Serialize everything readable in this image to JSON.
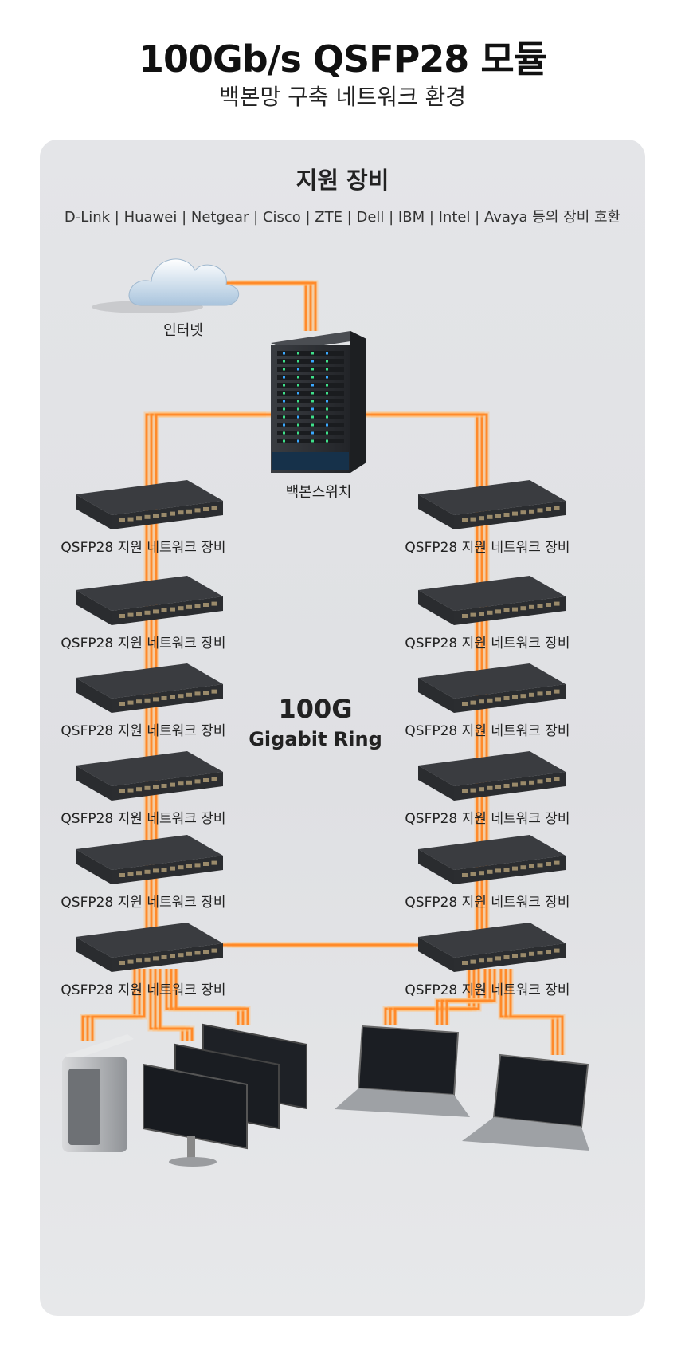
{
  "header": {
    "title": "100Gb/s QSFP28 모듈",
    "subtitle": "백본망 구축 네트워크 환경"
  },
  "panel": {
    "title": "지원 장비",
    "vendors": "D-Link | Huawei | Netgear | Cisco | ZTE | Dell | IBM | Intel | Avaya 등의 장비 호환"
  },
  "diagram": {
    "internet_label": "인터넷",
    "backbone_label": "백본스위치",
    "ring_speed": "100G",
    "ring_name": "Gigabit Ring",
    "switch_label": "QSFP28 지원 네트워크 장비",
    "left_switch_count": 6,
    "right_switch_count": 6
  },
  "colors": {
    "fiber": "#ff8a2a",
    "fiber_glow": "#ffc07a",
    "switch_body": "#2b2d30",
    "card_bg": "#e2e3e6"
  }
}
